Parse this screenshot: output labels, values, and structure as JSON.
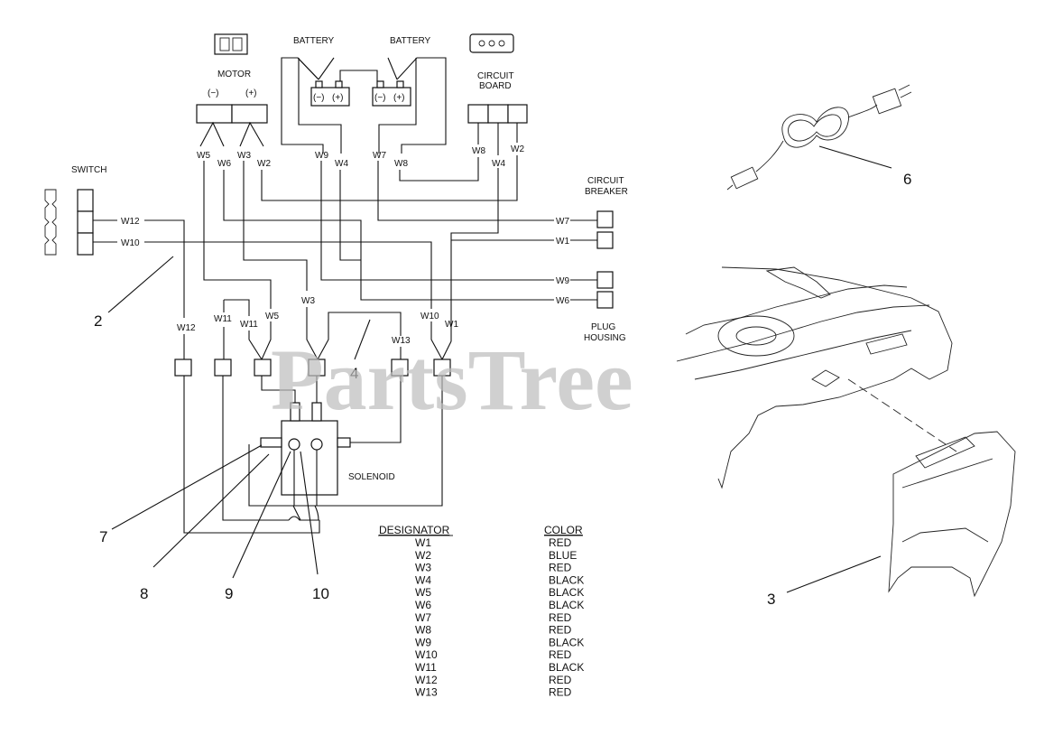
{
  "labels": {
    "battery_left": "BATTERY",
    "battery_right": "BATTERY",
    "motor": "MOTOR",
    "motor_neg": "(−)",
    "motor_pos": "(+)",
    "batt_neg": "(−)",
    "batt_pos": "(+)",
    "circuit_board_1": "CIRCUIT",
    "circuit_board_2": "BOARD",
    "switch": "SWITCH",
    "circuit_breaker_1": "CIRCUIT",
    "circuit_breaker_2": "BREAKER",
    "plug_housing_1": "PLUG",
    "plug_housing_2": "HOUSING",
    "solenoid": "SOLENOID"
  },
  "wires": {
    "w1": "W1",
    "w2": "W2",
    "w3": "W3",
    "w4": "W4",
    "w5": "W5",
    "w6": "W6",
    "w7": "W7",
    "w8": "W8",
    "w9": "W9",
    "w10": "W10",
    "w11": "W11",
    "w12": "W12",
    "w13": "W13"
  },
  "callouts": {
    "c2": "2",
    "c3": "3",
    "c4": "4",
    "c6": "6",
    "c7": "7",
    "c8": "8",
    "c9": "9",
    "c10": "10"
  },
  "watermark": "PartsTree",
  "table": {
    "col_designator": "DESIGNATOR",
    "col_color": "COLOR",
    "rows": [
      {
        "designator": "W1",
        "color": "RED"
      },
      {
        "designator": "W2",
        "color": "BLUE"
      },
      {
        "designator": "W3",
        "color": "RED"
      },
      {
        "designator": "W4",
        "color": "BLACK"
      },
      {
        "designator": "W5",
        "color": "BLACK"
      },
      {
        "designator": "W6",
        "color": "BLACK"
      },
      {
        "designator": "W7",
        "color": "RED"
      },
      {
        "designator": "W8",
        "color": "RED"
      },
      {
        "designator": "W9",
        "color": "BLACK"
      },
      {
        "designator": "W10",
        "color": "RED"
      },
      {
        "designator": "W11",
        "color": "BLACK"
      },
      {
        "designator": "W12",
        "color": "RED"
      },
      {
        "designator": "W13",
        "color": "RED"
      }
    ]
  }
}
